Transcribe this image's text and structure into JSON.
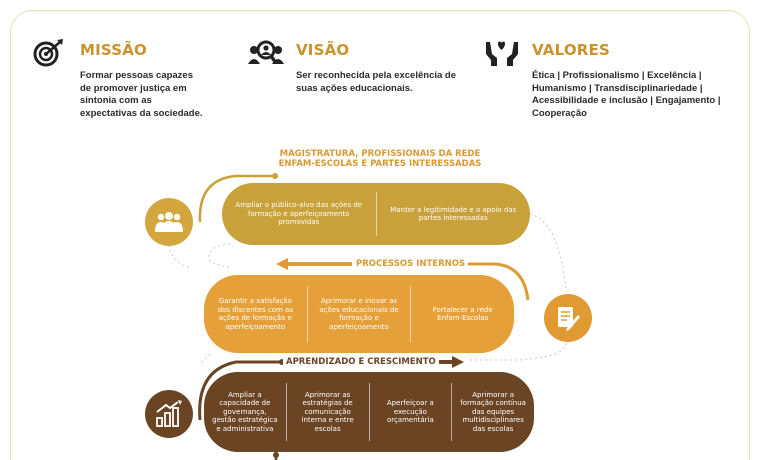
{
  "pillars": {
    "missao": {
      "title": "MISSÃO",
      "text": "Formar pessoas capazes de promover justiça em sintonia com as expectativas da sociedade.",
      "icon": "target-icon"
    },
    "visao": {
      "title": "VISÃO",
      "text": "Ser reconhecida pela excelência de suas ações educacionais.",
      "icon": "people-search-icon"
    },
    "valores": {
      "title": "VALORES",
      "text": "Ética | Profissionalismo | Excelência | Humanismo | Transdisciplinariedade | Acessibilidade e inclusão | Engajamento | Cooperação",
      "icon": "hands-heart-icon"
    }
  },
  "diagram": {
    "top_label_line1": "MAGISTRATURA, PROFISSIONAIS DA REDE",
    "top_label_line2": "ENFAM-ESCOLAS E PARTES INTERESSADAS",
    "band1": [
      "Ampliar o público-alvo das ações de formação e aperfeiçoamento promovidas",
      "Manter a legitimidade e o apoio das partes interessadas"
    ],
    "label_processos": "PROCESSOS INTERNOS",
    "band2": [
      "Garantir a satisfação dos discentes com as ações de formação e aperfeiçoamento",
      "Aprimorar e inovar as ações educacionais de formação e aperfeiçoamento",
      "Fortalecer a rede Enfam-Escolas"
    ],
    "label_aprendizado": "APRENDIZADO E CRESCIMENTO",
    "band3": [
      "Ampliar a capacidade de governança, gestão estratégica e administrativa",
      "Aprimorar as estratégias de comunicação interna e entre escolas",
      "Aperfeiçoar a execução orçamentária",
      "Aprimorar a formação contínua das equipes multidisciplinares das escolas"
    ]
  },
  "colors": {
    "accent": "#c9922e",
    "band1": "#c9a13a",
    "band2": "#e5a03a",
    "band3": "#6b4424"
  }
}
